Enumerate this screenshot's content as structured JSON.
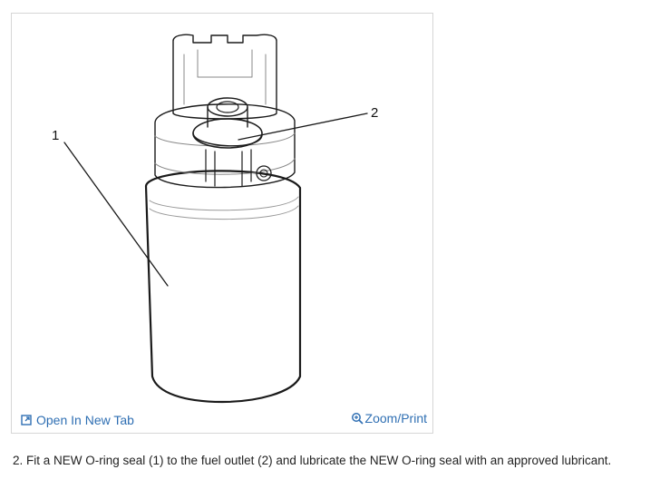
{
  "figure": {
    "callouts": {
      "part_1": "1",
      "part_2": "2"
    },
    "open_new_tab_label": "Open In New Tab",
    "zoom_print_label": "Zoom/Print",
    "open_new_tab_icon": "open-in-new-tab-icon",
    "zoom_icon": "zoom-icon",
    "link_color": "#2f6fb3"
  },
  "instruction": {
    "text": "2. Fit a NEW O-ring seal (1) to the fuel outlet (2) and lubricate the NEW O-ring seal with an approved lubricant."
  }
}
